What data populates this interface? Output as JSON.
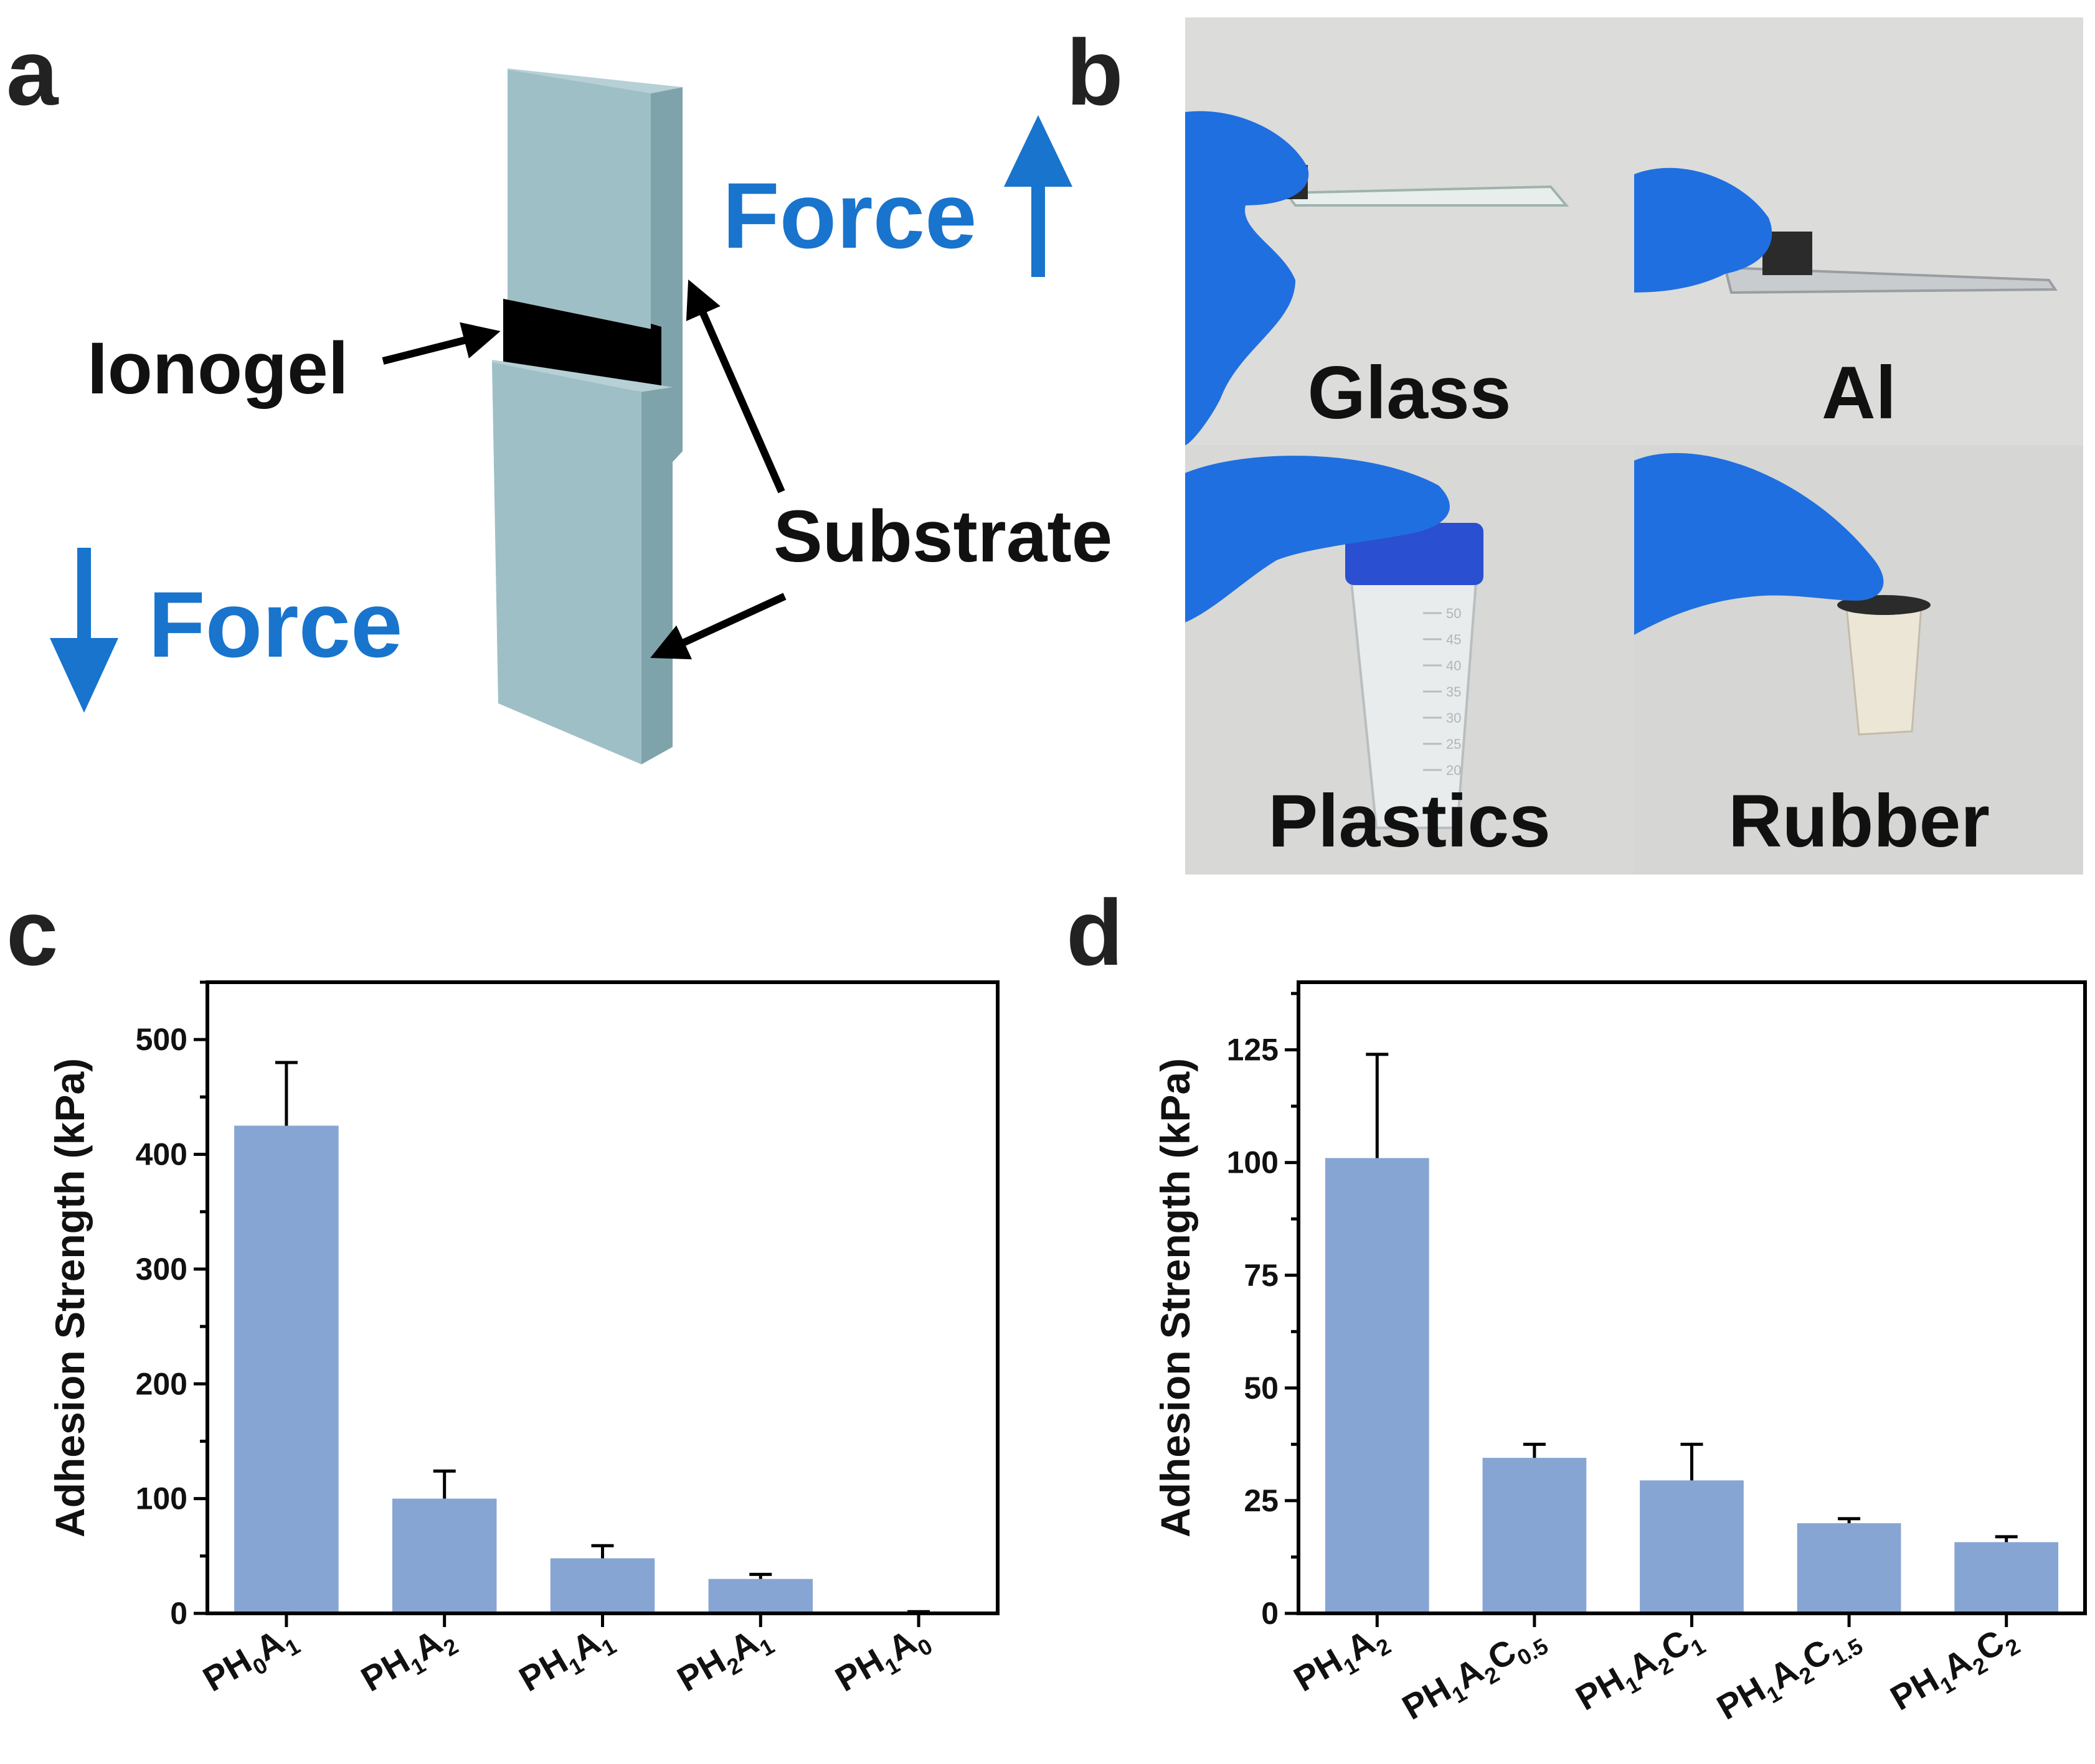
{
  "panels": {
    "a": {
      "letter": "a",
      "labels": {
        "ionogel": "Ionogel",
        "substrate": "Substrate",
        "force_top": "Force",
        "force_bottom": "Force"
      },
      "colors": {
        "substrate": "#9fbfc6",
        "substrate_edge": "#7fa3aa",
        "ionogel": "#000000",
        "force": "#1874cd"
      }
    },
    "b": {
      "letter": "b",
      "photos": [
        {
          "label": "Glass"
        },
        {
          "label": "Al"
        },
        {
          "label": "Plastics"
        },
        {
          "label": "Rubber"
        }
      ],
      "colors": {
        "glove": "#1f6fe0",
        "background": "#d9d9d7",
        "cap": "#2a4fd0",
        "rubber": "#ece6d6"
      },
      "tube_marks": [
        "50",
        "45",
        "40",
        "35",
        "30",
        "25",
        "20"
      ]
    },
    "c": {
      "letter": "c"
    },
    "d": {
      "letter": "d"
    }
  },
  "chart_data": [
    {
      "type": "bar",
      "panel": "c",
      "ylabel": "Adhesion Strength (kPa)",
      "ylim": [
        0,
        550
      ],
      "yticks": [
        "0",
        "100",
        "200",
        "300",
        "400",
        "500"
      ],
      "yticks_values": [
        0,
        100,
        200,
        300,
        400,
        500
      ],
      "categories": [
        {
          "base": "PH",
          "parts": [
            [
              "0",
              "A"
            ],
            [
              "1",
              ""
            ]
          ]
        },
        {
          "base": "PH",
          "parts": [
            [
              "1",
              "A"
            ],
            [
              "2",
              ""
            ]
          ]
        },
        {
          "base": "PH",
          "parts": [
            [
              "1",
              "A"
            ],
            [
              "1",
              ""
            ]
          ]
        },
        {
          "base": "PH",
          "parts": [
            [
              "2",
              "A"
            ],
            [
              "1",
              ""
            ]
          ]
        },
        {
          "base": "PH",
          "parts": [
            [
              "1",
              "A"
            ],
            [
              "0",
              ""
            ]
          ]
        }
      ],
      "values": [
        425,
        100,
        48,
        30,
        0
      ],
      "errors": [
        55,
        24,
        11,
        4,
        1.5
      ],
      "bar_color": "#87a5d3"
    },
    {
      "type": "bar",
      "panel": "d",
      "ylabel": "Adhesion Strength (kPa)",
      "ylim": [
        0,
        140
      ],
      "yticks": [
        "0",
        "25",
        "50",
        "75",
        "100",
        "125"
      ],
      "yticks_values": [
        0,
        25,
        50,
        75,
        100,
        125
      ],
      "categories": [
        {
          "base": "PH",
          "parts": [
            [
              "1",
              "A"
            ],
            [
              "2",
              ""
            ]
          ]
        },
        {
          "base": "PH",
          "parts": [
            [
              "1",
              "A"
            ],
            [
              "2",
              "C"
            ],
            [
              "0.5",
              ""
            ]
          ]
        },
        {
          "base": "PH",
          "parts": [
            [
              "1",
              "A"
            ],
            [
              "2",
              "C"
            ],
            [
              "1",
              ""
            ]
          ]
        },
        {
          "base": "PH",
          "parts": [
            [
              "1",
              "A"
            ],
            [
              "2",
              "C"
            ],
            [
              "1.5",
              ""
            ]
          ]
        },
        {
          "base": "PH",
          "parts": [
            [
              "1",
              "A"
            ],
            [
              "2",
              "C"
            ],
            [
              "2",
              ""
            ]
          ]
        }
      ],
      "values": [
        101,
        34.5,
        29.5,
        20,
        15.8
      ],
      "errors": [
        23,
        3,
        8,
        1,
        1.2
      ],
      "bar_color": "#87a5d3"
    }
  ]
}
